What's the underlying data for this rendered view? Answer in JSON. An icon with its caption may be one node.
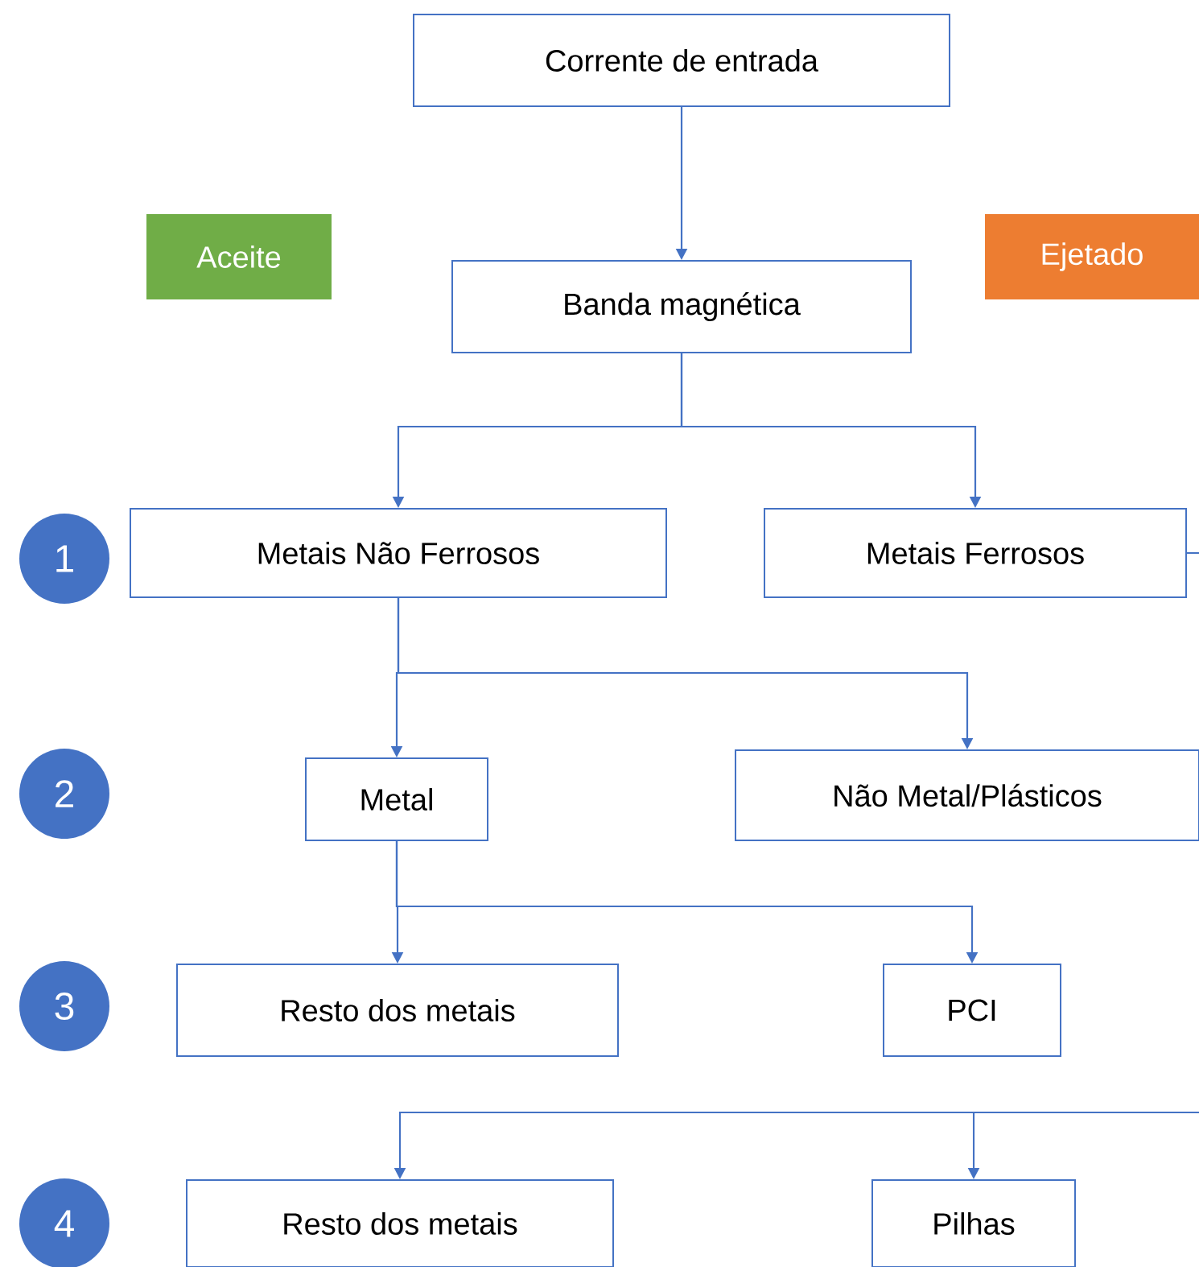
{
  "diagram": {
    "nodes": [
      {
        "text": [
          "Corrente de entrada"
        ]
      },
      {
        "text": [
          "Banda magnética"
        ]
      },
      {
        "text": [
          "1"
        ]
      },
      {
        "text": [
          "Metais Não Ferrosos"
        ]
      },
      {
        "text": [
          "Metais Ferrosos"
        ]
      },
      {
        "text": [
          "2"
        ]
      },
      {
        "text": [
          "Metal"
        ]
      },
      {
        "text": [
          "Não Metal/Plásticos"
        ]
      },
      {
        "text": [
          "3"
        ]
      },
      {
        "text": [
          "Resto dos metais"
        ]
      },
      {
        "text": [
          "PCI"
        ]
      },
      {
        "text": [
          "4"
        ]
      },
      {
        "text": [
          "Resto dos metais"
        ]
      },
      {
        "text": [
          "Pilhas"
        ]
      }
    ],
    "edges": [
      {
        "from": 0,
        "to": 1,
        "arrow": "to"
      },
      {
        "from": 1,
        "to": 3,
        "arrow": "to"
      },
      {
        "from": 1,
        "to": 4,
        "arrow": "to"
      },
      {
        "from": 3,
        "to": 6,
        "arrow": "to"
      },
      {
        "from": 3,
        "to": 7,
        "arrow": "to"
      },
      {
        "from": 6,
        "to": 9,
        "arrow": "to"
      },
      {
        "from": 6,
        "to": 10,
        "arrow": "to"
      },
      {
        "from": 4,
        "to": null,
        "arrow": "none"
      },
      {
        "from": null,
        "to": 12,
        "arrow": "to"
      },
      {
        "from": null,
        "to": 13,
        "arrow": "to"
      }
    ],
    "legend": [
      {
        "text": "Aceite",
        "color": "#70ad47"
      },
      {
        "text": "Ejetado",
        "color": "#ed7d31"
      }
    ]
  }
}
